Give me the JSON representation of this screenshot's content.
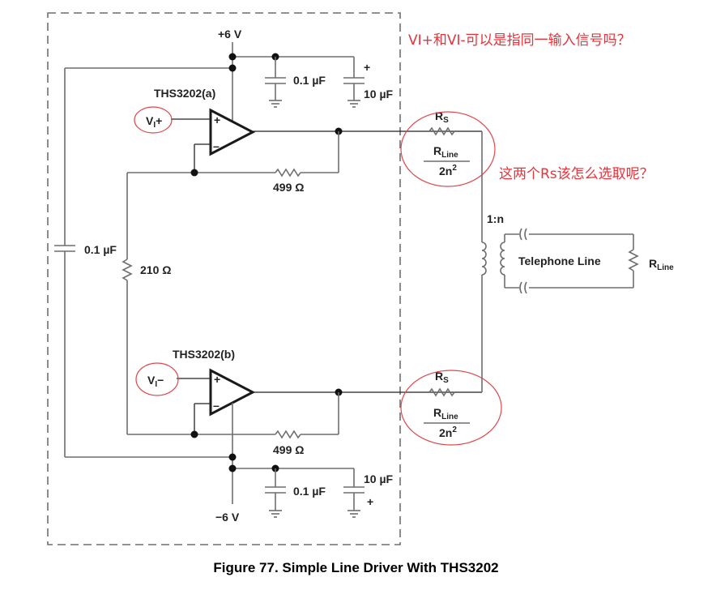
{
  "figure": {
    "caption": "Figure 77.  Simple Line Driver With THS3202",
    "annotations": {
      "question_inputs": "VI+和VI-可以是指同一输入信号吗？",
      "question_rs": "这两个Rs该怎么选取呢？"
    },
    "supply": {
      "positive": "+6 V",
      "negative": "−6 V"
    },
    "amplifiers": {
      "a": {
        "name": "THS3202(a)",
        "input_label": "V",
        "input_sub": "I",
        "input_suffix": "+"
      },
      "b": {
        "name": "THS3202(b)",
        "input_label": "V",
        "input_sub": "I",
        "input_suffix": "−"
      }
    },
    "pin_labels": {
      "plus": "+",
      "minus": "–"
    },
    "components": {
      "c_bypass_top": "0.1 µF",
      "c_bulk_top": "10 µF",
      "c_bypass_bottom": "0.1 µF",
      "c_bulk_bottom": "10 µF",
      "c_coupling": "0.1 µF",
      "r_feedback_a": "499 Ω",
      "r_feedback_b": "499 Ω",
      "r_gain": "210 Ω",
      "polarity_plus": "+"
    },
    "series_resistor": {
      "name": "R",
      "name_sub": "S",
      "value_num": "R",
      "value_num_sub": "Line",
      "value_den": "2n",
      "value_den_sup": "2"
    },
    "transformer": {
      "ratio": "1:n"
    },
    "line": {
      "label": "Telephone Line",
      "load": "R",
      "load_sub": "Line"
    },
    "colors": {
      "wire": "#6e6e6e",
      "annotation": "#e8333a",
      "ink": "#222222"
    }
  }
}
